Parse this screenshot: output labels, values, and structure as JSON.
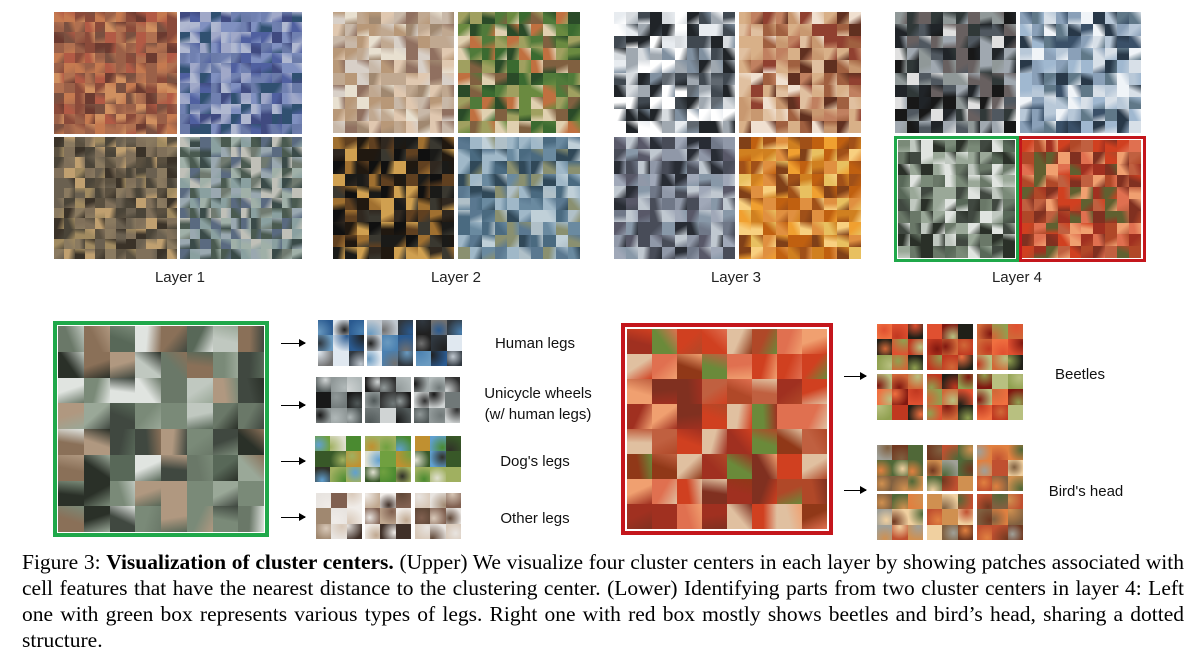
{
  "upper": {
    "layers": [
      {
        "label": "Layer 1",
        "palettes": [
          [
            "#b25a45",
            "#8a4a3a",
            "#c57a50",
            "#6b3a30",
            "#d09060",
            "#9a6048",
            "#7a5040",
            "#b07050"
          ],
          [
            "#5060a0",
            "#8090c0",
            "#404a80",
            "#6a7aa8",
            "#a0a8c8",
            "#305070",
            "#7080b0",
            "#b0b8d0"
          ],
          [
            "#5a5040",
            "#80705a",
            "#a08a60",
            "#3a3228",
            "#6a6050",
            "#c0a070",
            "#4a4438",
            "#8a7a60"
          ],
          [
            "#707a70",
            "#9aa8b0",
            "#4a5a50",
            "#c0c0b8",
            "#5a6a80",
            "#8aa0a0",
            "#3a4a48",
            "#a0b0a8"
          ]
        ]
      },
      {
        "label": "Layer 2",
        "palettes": [
          [
            "#c0a890",
            "#e0c8b0",
            "#a08870",
            "#d8d0c8",
            "#b89878",
            "#e8e0d0",
            "#907060",
            "#c8b8a8"
          ],
          [
            "#3a6a30",
            "#6a8a40",
            "#c07040",
            "#2a4a28",
            "#a0a060",
            "#e0d0b0",
            "#507a3a",
            "#806040"
          ],
          [
            "#1a1a18",
            "#302820",
            "#604020",
            "#101010",
            "#a07030",
            "#3a3830",
            "#d0a050",
            "#201810"
          ],
          [
            "#6a8aa0",
            "#a0b8c8",
            "#4a6a80",
            "#c0d0d8",
            "#8a9070",
            "#5a7890",
            "#b0c0c8",
            "#304858"
          ]
        ]
      },
      {
        "label": "Layer 3",
        "palettes": [
          [
            "#d8dce0",
            "#ffffff",
            "#202428",
            "#a0a8b0",
            "#606870",
            "#e8ecf0",
            "#8090a0",
            "#404850"
          ],
          [
            "#c89870",
            "#e0c0a0",
            "#904030",
            "#f0e0d0",
            "#a06040",
            "#d8b088",
            "#603020",
            "#c08060"
          ],
          [
            "#484c58",
            "#707888",
            "#a0a8b8",
            "#282c34",
            "#8898a8",
            "#c0c8d0",
            "#585868",
            "#9098a8"
          ],
          [
            "#d08020",
            "#f0a030",
            "#a05018",
            "#e8c060",
            "#c06010",
            "#f8d080",
            "#804018",
            "#e09040"
          ]
        ]
      },
      {
        "label": "Layer 4",
        "palettes": [
          [
            "#202428",
            "#505860",
            "#a0a8b0",
            "#303838",
            "#e0e0e0",
            "#686060",
            "#181818",
            "#909898"
          ],
          [
            "#a0b8d0",
            "#d8e0e8",
            "#607888",
            "#f0f4f8",
            "#3a5068",
            "#b8c8d8",
            "#283848",
            "#8aa0b8"
          ],
          [
            "#6a7868",
            "#c0c8c0",
            "#404840",
            "#9aa898",
            "#2a3028",
            "#e0e4e0",
            "#586858",
            "#7a8a78"
          ],
          [
            "#d04020",
            "#a03020",
            "#e07050",
            "#803020",
            "#c06040",
            "#f0a070",
            "#606030",
            "#b04828"
          ]
        ]
      }
    ]
  },
  "lower": {
    "left_palette": [
      "#6a7868",
      "#c0c8c0",
      "#404840",
      "#9aa898",
      "#2a3028",
      "#e0e4e0",
      "#586858",
      "#7a8a78",
      "#8a7058",
      "#b09880"
    ],
    "right_palette": [
      "#d04020",
      "#a03020",
      "#e07050",
      "#803020",
      "#c06040",
      "#f0a070",
      "#6a8a3a",
      "#b04828",
      "#e0c0a0",
      "#903818"
    ],
    "legs": [
      {
        "label": "Human legs",
        "colors": [
          "#4a80b0",
          "#202020",
          "#6a9ac0",
          "#303840",
          "#2a5a90",
          "#e0e8f0",
          "#c0c8d0",
          "#707070"
        ]
      },
      {
        "label": "Unicycle wheels\n(w/ human legs)",
        "colors": [
          "#909898",
          "#303030",
          "#b0b8b8",
          "#505858",
          "#d0d4d4",
          "#181818",
          "#707878",
          "#a0a8a8"
        ]
      },
      {
        "label": "Dog's legs",
        "colors": [
          "#4a8a30",
          "#303028",
          "#70a040",
          "#e0e0d0",
          "#a0b060",
          "#60a0d0",
          "#c09030",
          "#385828"
        ]
      },
      {
        "label": "Other legs",
        "colors": [
          "#e8e4e0",
          "#604838",
          "#a08870",
          "#c0a890",
          "#403028",
          "#d8c8b8",
          "#806050",
          "#f0ece8"
        ]
      }
    ],
    "beetles": {
      "label": "Beetles",
      "colors": [
        "#c03820",
        "#e05030",
        "#801810",
        "#90a050",
        "#d06838",
        "#202018",
        "#b8c080",
        "#f07040"
      ]
    },
    "birds_head": {
      "label": "Bird's head",
      "colors": [
        "#c05030",
        "#e08040",
        "#506838",
        "#f0d0a0",
        "#806040",
        "#a0a098",
        "#d09050",
        "#703820"
      ]
    }
  },
  "caption": {
    "figure_label": "Figure 3: ",
    "title": "Visualization of cluster centers.",
    "body": " (Upper) We visualize four cluster centers in each layer by showing patches associated with cell features that have the nearest distance to the clustering center. (Lower) Identifying parts from two cluster centers in layer 4: Left one with green box represents various types of legs. Right one with red box mostly shows beetles and bird’s head, sharing a dotted structure."
  },
  "frame_colors": {
    "green": "#1fa84a",
    "red": "#c4161c"
  }
}
